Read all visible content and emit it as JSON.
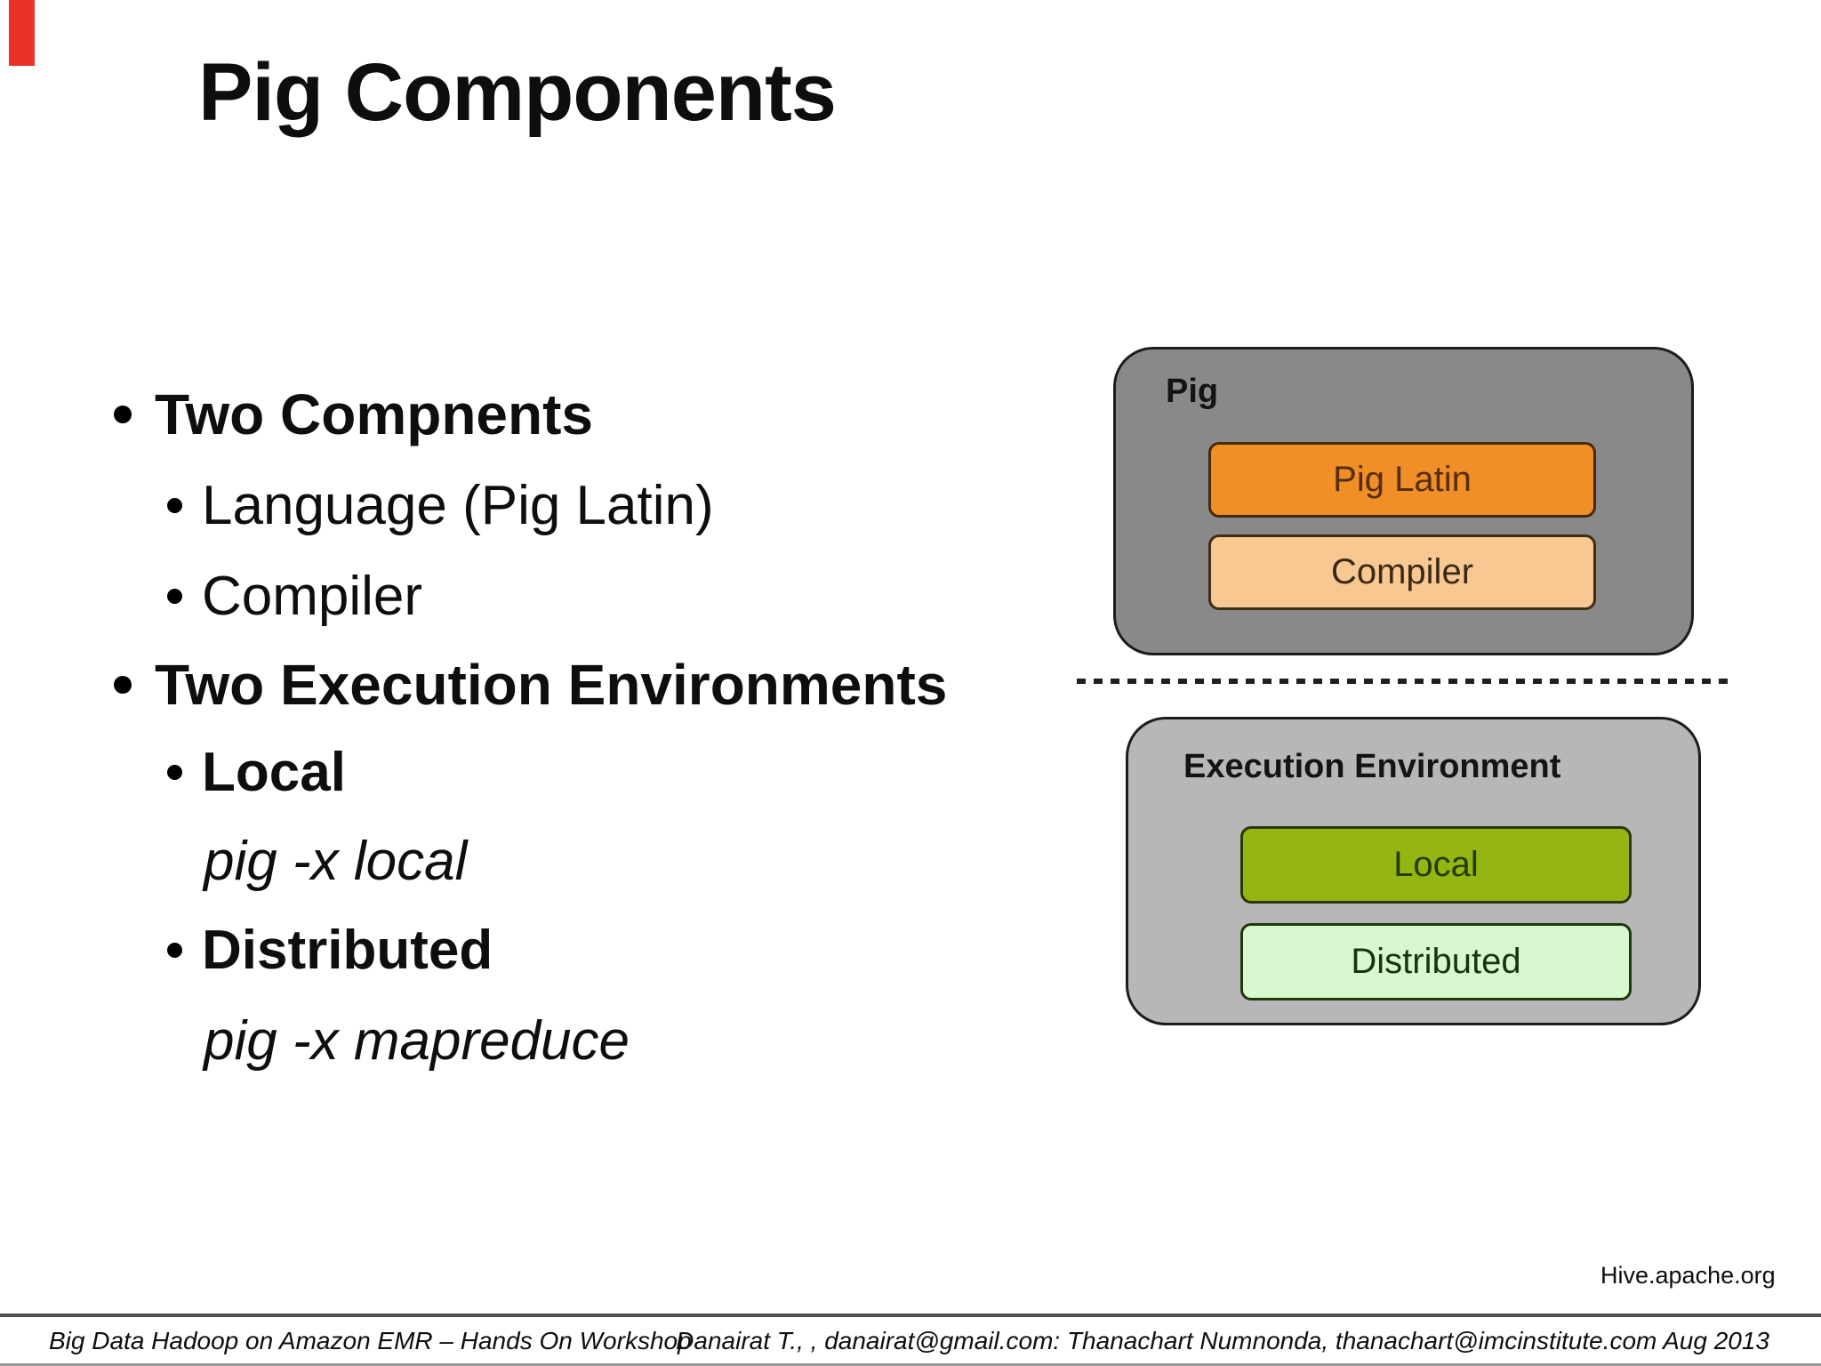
{
  "slide": {
    "title": "Pig Components",
    "accent_colors": {
      "red_marker": "#e8322a",
      "pig_group_fill": "#898989",
      "exec_group_fill": "#b7b7b7",
      "pig_latin_fill": "#f08e28",
      "compiler_fill": "#f8c893",
      "local_fill": "#95b513",
      "distributed_fill": "#daf8d0"
    },
    "bullets": [
      {
        "text": "Two Compnents",
        "level": 1,
        "style": "bold"
      },
      {
        "text": "Language (Pig Latin)",
        "level": 2,
        "style": "regular"
      },
      {
        "text": "Compiler",
        "level": 2,
        "style": "regular"
      },
      {
        "text": "Two Execution Environments",
        "level": 1,
        "style": "bold"
      },
      {
        "text": "Local",
        "level": 2,
        "style": "bold"
      },
      {
        "text": "pig -x local",
        "level": 2,
        "style": "italic-no-bullet"
      },
      {
        "text": "Distributed",
        "level": 2,
        "style": "bold"
      },
      {
        "text": "pig -x mapreduce",
        "level": 2,
        "style": "italic-no-bullet"
      }
    ],
    "diagram": {
      "pig_group": {
        "label": "Pig",
        "items": [
          {
            "label": "Pig Latin"
          },
          {
            "label": "Compiler"
          }
        ]
      },
      "exec_group": {
        "label": "Execution Environment",
        "items": [
          {
            "label": "Local"
          },
          {
            "label": "Distributed"
          }
        ]
      }
    },
    "credit": "Hive.apache.org",
    "footer": {
      "left": "Big Data Hadoop on Amazon EMR – Hands On Workshop",
      "right": "Danairat T., , danairat@gmail.com:  Thanachart Numnonda,  thanachart@imcinstitute.com   Aug 2013"
    }
  }
}
